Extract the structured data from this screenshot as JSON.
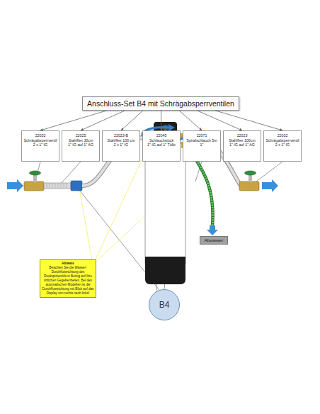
{
  "diagram": {
    "nodes": [
      {
        "text": [
          "Anschluss-Set B4 mit Schrägabsperrventilen"
        ]
      },
      {
        "text": [
          "22032",
          "Schrägabsperrventil",
          "2 x 1\" IG"
        ]
      },
      {
        "text": [
          "22025",
          "Stahlflex 30cm",
          "1\" IG auf 1\" AG"
        ]
      },
      {
        "text": [
          "22023-B",
          "Stahlflex 100 cm",
          "2 x 1\" IG"
        ]
      },
      {
        "text": [
          "22045",
          "Schlauchstück",
          "1\" IG auf 1\" Tülle"
        ]
      },
      {
        "text": [
          "22071",
          "Spiralschlauch 5m",
          "1\""
        ]
      },
      {
        "text": [
          "22023",
          "Stahlflex 100cm",
          "1\" IG auf 1\" AG"
        ]
      },
      {
        "text": [
          "22032",
          "Schrägabsperrventil",
          "2 x 1\" IG"
        ]
      },
      {
        "text": [
          "Abwasser"
        ]
      },
      {
        "text": [
          "Hinweis",
          "Beachten Sie die Wasser-Durchflussrichtung des Rückspülventils in Bezug auf Ihre örtlichen Gegebenheiten. Bei den automatischen Modellen ist die Durchflussrichtung mit Blick auf das Display von rechts nach links!"
        ]
      },
      {
        "text": [
          "B4"
        ]
      }
    ],
    "edges": [
      {
        "from": 0,
        "to": 1,
        "arrow": "to"
      },
      {
        "from": 0,
        "to": 2,
        "arrow": "to"
      },
      {
        "from": 0,
        "to": 3,
        "arrow": "to"
      },
      {
        "from": 0,
        "to": 4,
        "arrow": "to"
      },
      {
        "from": 0,
        "to": 5,
        "arrow": "to"
      },
      {
        "from": 0,
        "to": 6,
        "arrow": "to"
      },
      {
        "from": 0,
        "to": 7,
        "arrow": "to"
      }
    ]
  }
}
